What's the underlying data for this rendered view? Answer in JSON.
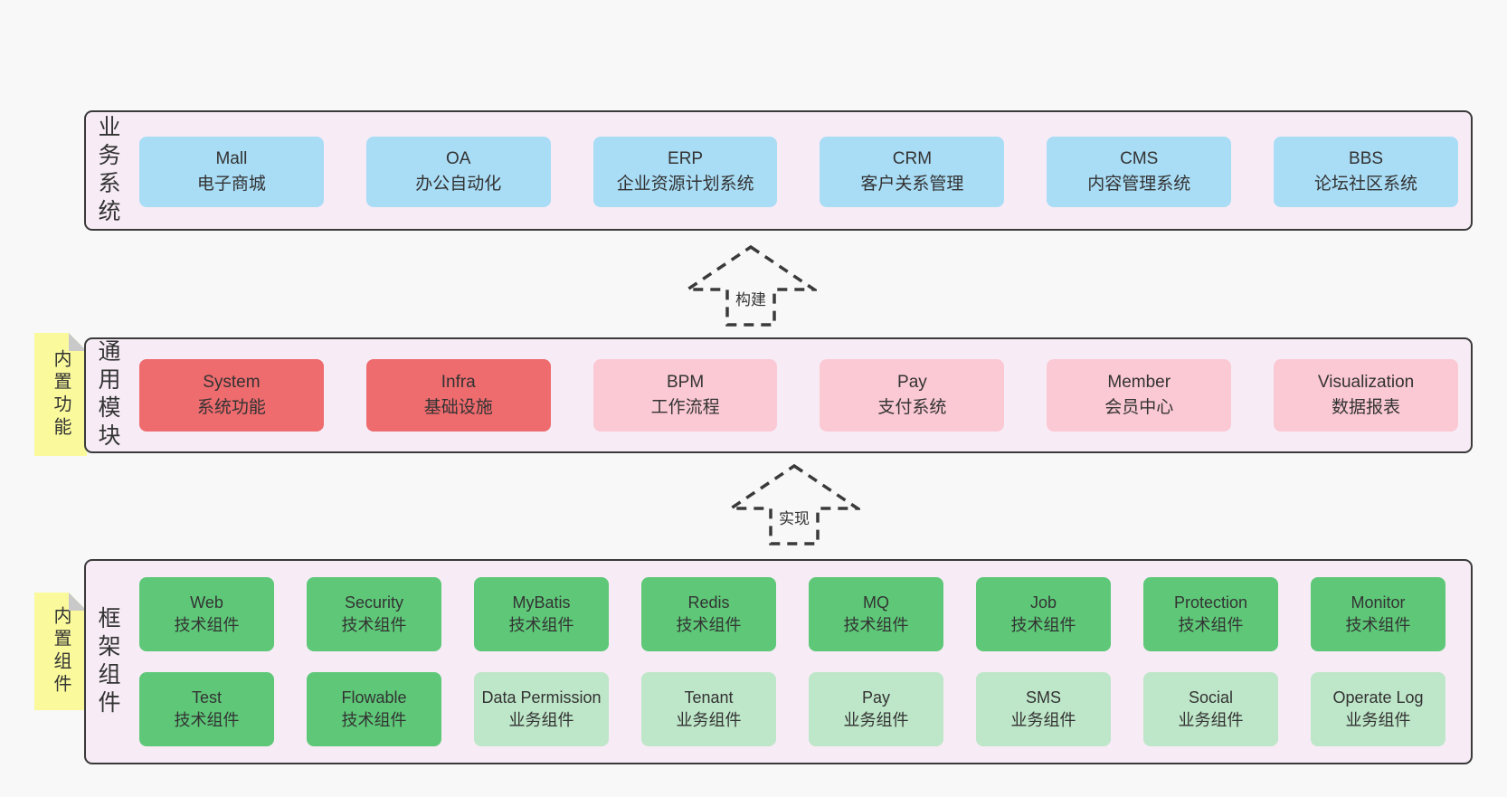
{
  "colors": {
    "page-bg": "#f8f8f8",
    "panel-bg": "#f7ecf6",
    "panel-border": "#3a3a3a",
    "box-blue": "#a9dcf5",
    "box-red": "#ee6b6e",
    "box-pink": "#fbc9d4",
    "box-green": "#5ec878",
    "box-lightgreen": "#bee6c8",
    "note-yellow": "#fafa9d",
    "note-fold": "#c9c9c9",
    "text": "#333333"
  },
  "arrows": [
    {
      "label": "构建"
    },
    {
      "label": "实现"
    }
  ],
  "bands": [
    {
      "label": "业务系统",
      "boxes": [
        {
          "title": "Mall",
          "subtitle": "电子商城",
          "variant": "blue"
        },
        {
          "title": "OA",
          "subtitle": "办公自动化",
          "variant": "blue"
        },
        {
          "title": "ERP",
          "subtitle": "企业资源计划系统",
          "variant": "blue"
        },
        {
          "title": "CRM",
          "subtitle": "客户关系管理",
          "variant": "blue"
        },
        {
          "title": "CMS",
          "subtitle": "内容管理系统",
          "variant": "blue"
        },
        {
          "title": "BBS",
          "subtitle": "论坛社区系统",
          "variant": "blue"
        }
      ]
    },
    {
      "label": "通用模块",
      "note": "内置功能",
      "boxes": [
        {
          "title": "System",
          "subtitle": "系统功能",
          "variant": "red"
        },
        {
          "title": "Infra",
          "subtitle": "基础设施",
          "variant": "red"
        },
        {
          "title": "BPM",
          "subtitle": "工作流程",
          "variant": "pink"
        },
        {
          "title": "Pay",
          "subtitle": "支付系统",
          "variant": "pink"
        },
        {
          "title": "Member",
          "subtitle": "会员中心",
          "variant": "pink"
        },
        {
          "title": "Visualization",
          "subtitle": "数据报表",
          "variant": "pink"
        }
      ]
    },
    {
      "label": "框架组件",
      "note": "内置组件",
      "rows": [
        [
          {
            "title": "Web",
            "subtitle": "技术组件",
            "variant": "green"
          },
          {
            "title": "Security",
            "subtitle": "技术组件",
            "variant": "green"
          },
          {
            "title": "MyBatis",
            "subtitle": "技术组件",
            "variant": "green"
          },
          {
            "title": "Redis",
            "subtitle": "技术组件",
            "variant": "green"
          },
          {
            "title": "MQ",
            "subtitle": "技术组件",
            "variant": "green"
          },
          {
            "title": "Job",
            "subtitle": "技术组件",
            "variant": "green"
          },
          {
            "title": "Protection",
            "subtitle": "技术组件",
            "variant": "green"
          },
          {
            "title": "Monitor",
            "subtitle": "技术组件",
            "variant": "green"
          }
        ],
        [
          {
            "title": "Test",
            "subtitle": "技术组件",
            "variant": "green"
          },
          {
            "title": "Flowable",
            "subtitle": "技术组件",
            "variant": "green"
          },
          {
            "title": "Data Permission",
            "subtitle": "业务组件",
            "variant": "lightgreen"
          },
          {
            "title": "Tenant",
            "subtitle": "业务组件",
            "variant": "lightgreen"
          },
          {
            "title": "Pay",
            "subtitle": "业务组件",
            "variant": "lightgreen"
          },
          {
            "title": "SMS",
            "subtitle": "业务组件",
            "variant": "lightgreen"
          },
          {
            "title": "Social",
            "subtitle": "业务组件",
            "variant": "lightgreen"
          },
          {
            "title": "Operate Log",
            "subtitle": "业务组件",
            "variant": "lightgreen"
          }
        ]
      ]
    }
  ]
}
